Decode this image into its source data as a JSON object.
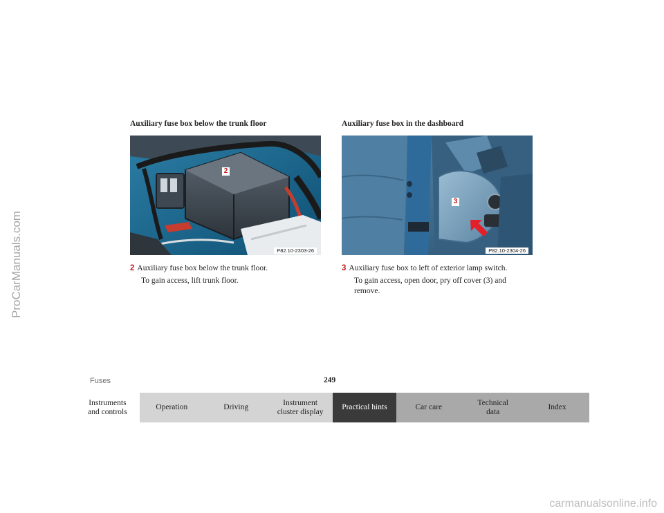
{
  "watermark_side": "ProCarManuals.com",
  "watermark_bottom": "carmanualsonline.info",
  "left": {
    "heading": "Auxiliary fuse box below the trunk floor",
    "photo_code": "P82.10-2303-26",
    "callout": "2",
    "caption_number": "2",
    "caption_text": "Auxiliary fuse box below the trunk floor.",
    "caption_sub": "To gain access, lift trunk floor."
  },
  "right": {
    "heading": "Auxiliary fuse box in the dashboard",
    "photo_code": "P82.10-2304-26",
    "callout": "3",
    "caption_number": "3",
    "caption_text": "Auxiliary fuse box to left of exterior lamp switch.",
    "caption_sub_1": "To gain access, open door, pry off cover (3) and",
    "caption_sub_2": "remove."
  },
  "footer": {
    "section": "Fuses",
    "page": "249"
  },
  "nav": {
    "tabs": [
      {
        "line1": "Instruments",
        "line2": "and controls",
        "bg": "#ffffff",
        "fg": "#222222"
      },
      {
        "line1": "Operation",
        "line2": "",
        "bg": "#d4d4d4",
        "fg": "#222222"
      },
      {
        "line1": "Driving",
        "line2": "",
        "bg": "#d4d4d4",
        "fg": "#222222"
      },
      {
        "line1": "Instrument",
        "line2": "cluster display",
        "bg": "#d4d4d4",
        "fg": "#222222"
      },
      {
        "line1": "Practical hints",
        "line2": "",
        "bg": "#3a3a3a",
        "fg": "#ffffff"
      },
      {
        "line1": "Car care",
        "line2": "",
        "bg": "#a9a9a9",
        "fg": "#222222"
      },
      {
        "line1": "Technical",
        "line2": "data",
        "bg": "#a9a9a9",
        "fg": "#222222"
      },
      {
        "line1": "Index",
        "line2": "",
        "bg": "#a9a9a9",
        "fg": "#222222"
      }
    ]
  },
  "colors": {
    "accent_red": "#c0191f",
    "active_tab": "#3a3a3a"
  }
}
